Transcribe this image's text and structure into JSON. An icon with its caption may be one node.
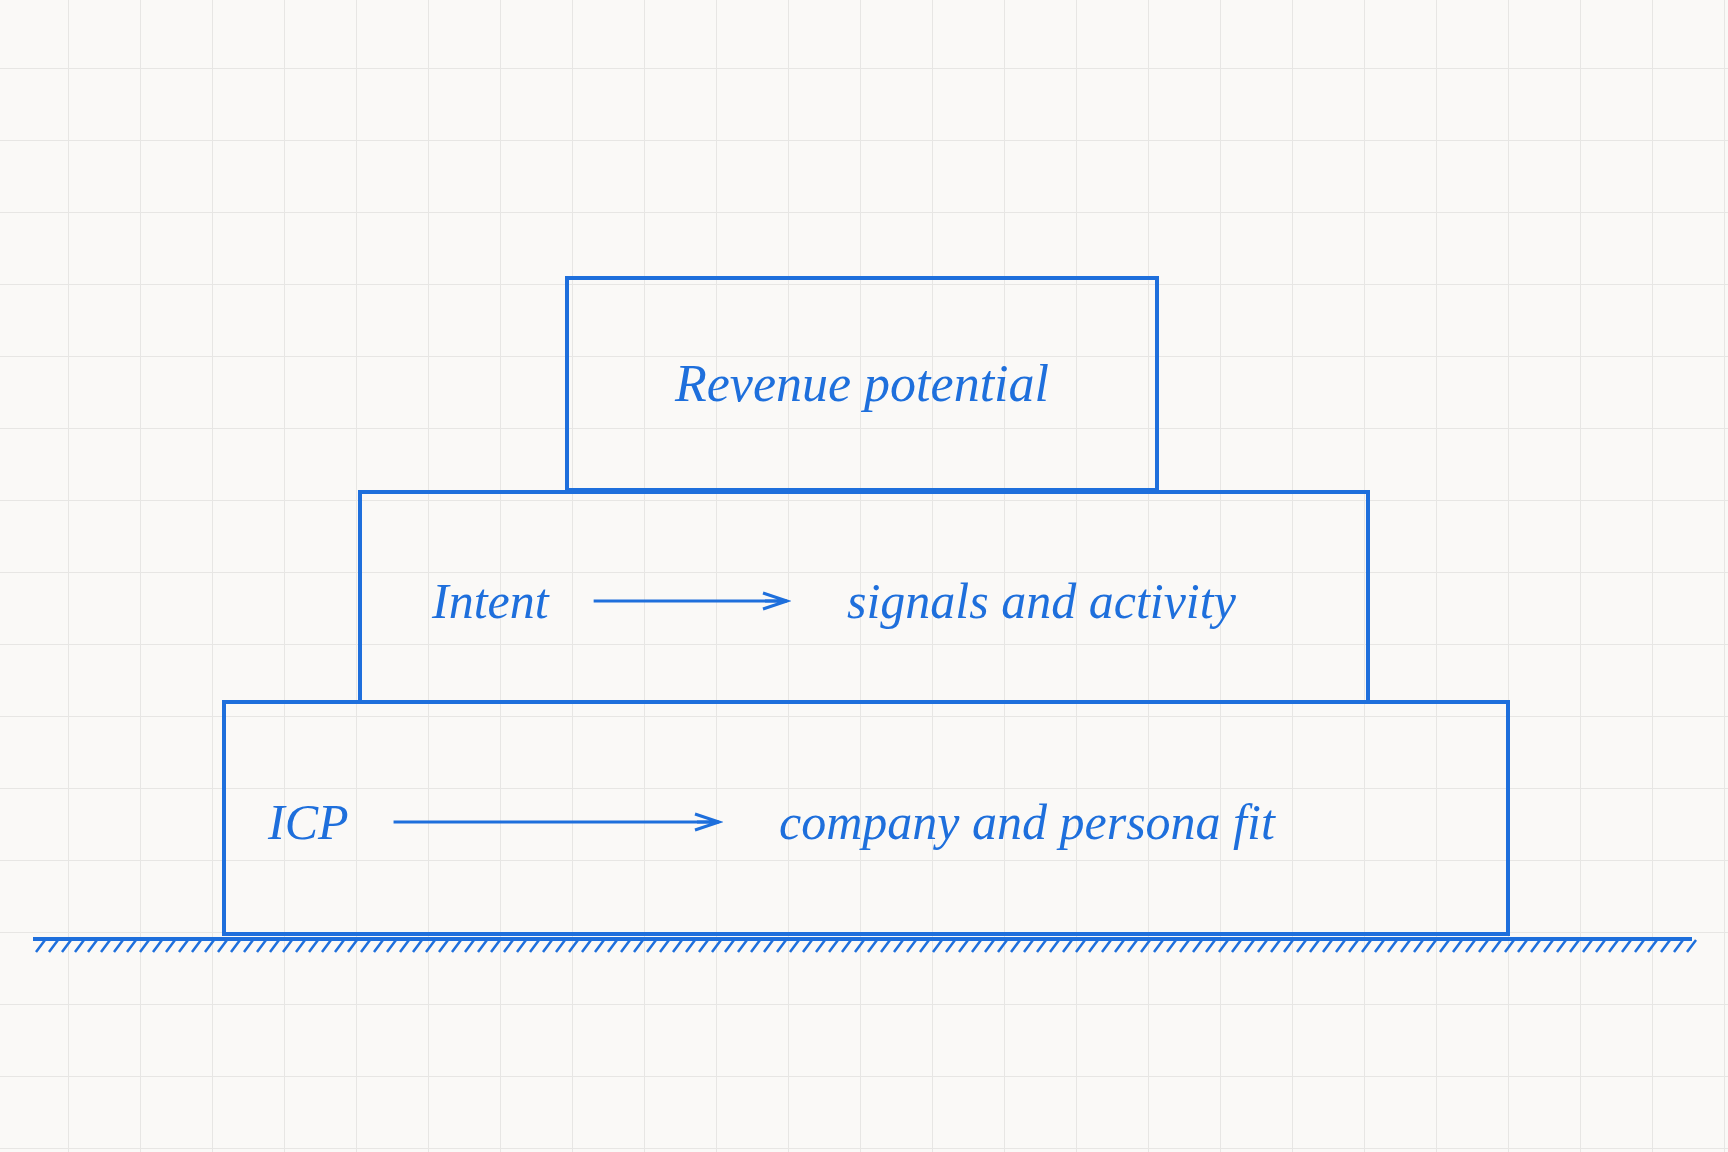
{
  "diagram": {
    "nodes": [
      {
        "text": [
          "Revenue potential"
        ]
      },
      {
        "text": [],
        "shape": "box"
      },
      {
        "text": [
          "Intent"
        ],
        "in": 1
      },
      {
        "text": [
          "signals and activity"
        ],
        "in": 1
      },
      {
        "text": [],
        "shape": "box"
      },
      {
        "text": [
          "ICP"
        ],
        "in": 4
      },
      {
        "text": [
          "company and persona fit"
        ],
        "in": 4
      }
    ],
    "edges": [
      {
        "from": 2,
        "to": 3,
        "arrow": "to"
      },
      {
        "from": 5,
        "to": 6,
        "arrow": "to"
      }
    ]
  }
}
